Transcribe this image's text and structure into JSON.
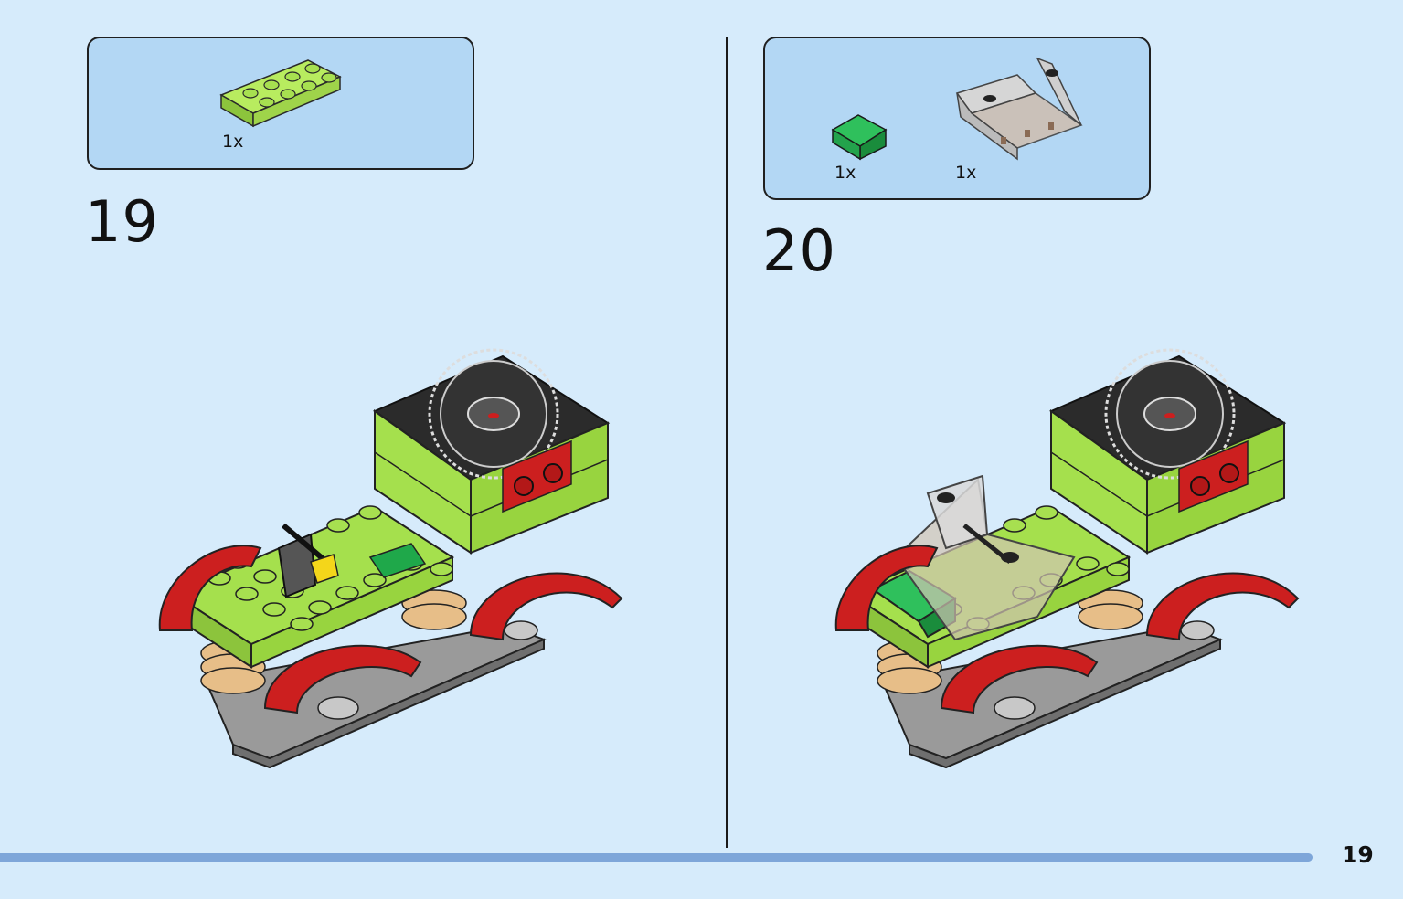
{
  "steps": [
    {
      "number": "19",
      "parts": [
        {
          "quantity": "1x",
          "part": "lime-plate-2x4-icon"
        }
      ]
    },
    {
      "number": "20",
      "parts": [
        {
          "quantity": "1x",
          "part": "green-slope-icon"
        },
        {
          "quantity": "1x",
          "part": "windscreen-icon"
        }
      ]
    }
  ],
  "page_number": "19",
  "colors": {
    "background": "#d6ebfb",
    "parts_box": "#b3d7f4",
    "lime": "#a5e04d",
    "red": "#cc1f1f",
    "green": "#1fa84a",
    "tan": "#e7be88",
    "progress": "#7ea6d9"
  }
}
